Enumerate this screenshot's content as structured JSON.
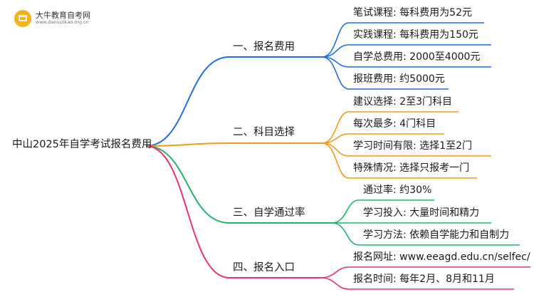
{
  "logo": {
    "name": "大牛教育自考网",
    "url": "www.daniuzikao.org.cn"
  },
  "root": "中山2025年自学考试报名费用",
  "colors": {
    "blue": "#1f6fe5",
    "orange": "#f29a1c",
    "green": "#23b36b",
    "pink": "#e8336e"
  },
  "branches": [
    {
      "label": "一、报名费用",
      "color": "blue",
      "children": [
        "笔试课程: 每科费用为52元",
        "实践课程: 每科费用为150元",
        "自学总费用: 2000至4000元",
        "报班费用: 约5000元"
      ]
    },
    {
      "label": "二、科目选择",
      "color": "orange",
      "children": [
        "建议选择: 2至3门科目",
        "每次最多: 4门科目",
        "学习时间有限: 选择1至2门",
        "特殊情况: 选择只报考一门"
      ]
    },
    {
      "label": "三、自学通过率",
      "color": "green",
      "children": [
        "通过率: 约30%",
        "学习投入: 大量时间和精力",
        "学习方法: 依赖自学能力和自制力"
      ]
    },
    {
      "label": "四、报名入口",
      "color": "pink",
      "children": [
        "报名网址: www.eeagd.edu.cn/selfec/",
        "报名时间: 每年2月、8月和11月"
      ]
    }
  ]
}
